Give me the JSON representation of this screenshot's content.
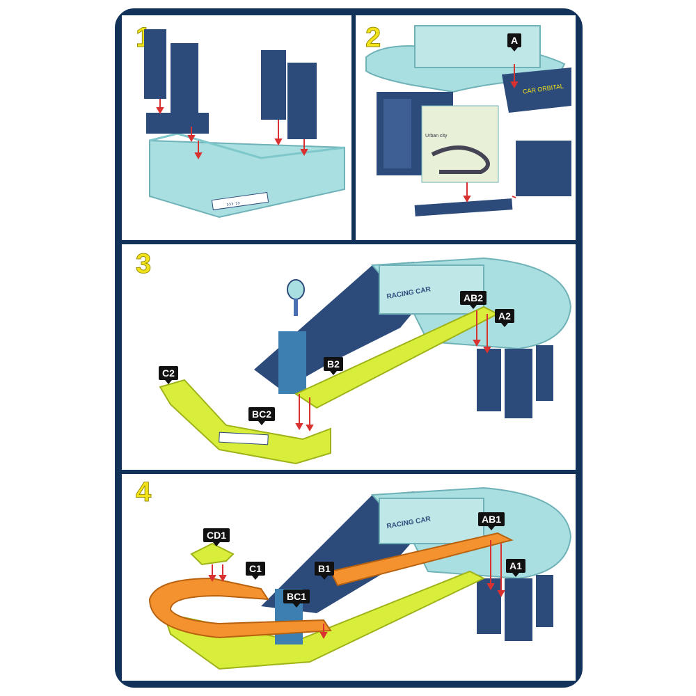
{
  "steps": [
    {
      "number": "1"
    },
    {
      "number": "2",
      "labels": [
        "A"
      ],
      "decal_text": "CAR ORBITAL",
      "poster_text": "Urban city"
    },
    {
      "number": "3",
      "labels": [
        "AB2",
        "A2",
        "B2",
        "C2",
        "BC2"
      ],
      "decal_text": "RACING CAR"
    },
    {
      "number": "4",
      "labels": [
        "AB1",
        "A1",
        "B1",
        "C1",
        "CD1",
        "BC1"
      ],
      "decal_text": "RACING CAR"
    }
  ],
  "colors": {
    "frame": "#13325a",
    "step_number": "#f2e21a",
    "navy_part": "#2c4a7a",
    "light_blue_part": "#a9dfe0",
    "yellow_track": "#d8ee3a",
    "orange_track": "#f3922e",
    "arrow": "#d93030"
  }
}
